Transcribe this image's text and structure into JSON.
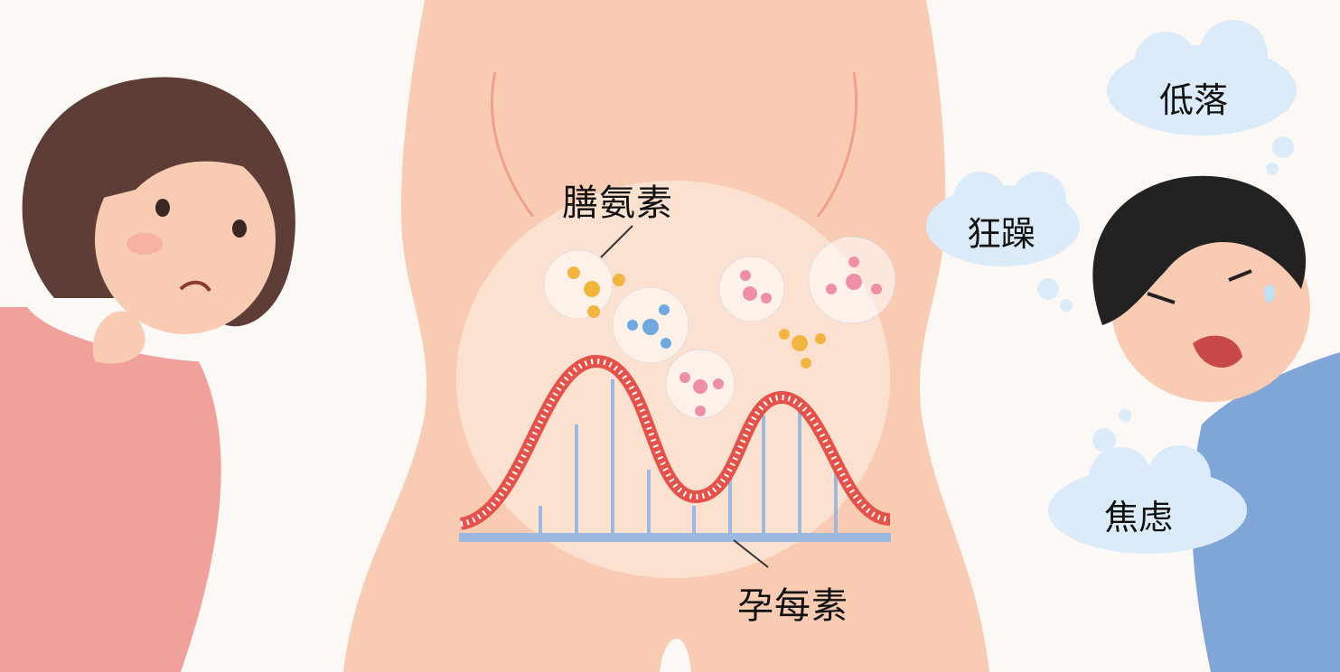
{
  "labels": {
    "hormone_top": "膳氨素",
    "hormone_bottom": "孕每素"
  },
  "mood_clouds": [
    "低落",
    "狂躁",
    "焦虑"
  ],
  "colors": {
    "skin": "#f9cbb3",
    "wave": "#e5524a",
    "baseline": "#9db8de",
    "cloud": "#dcebfa",
    "woman_top": "#f1a19b",
    "man_shirt": "#7fa6d6"
  }
}
